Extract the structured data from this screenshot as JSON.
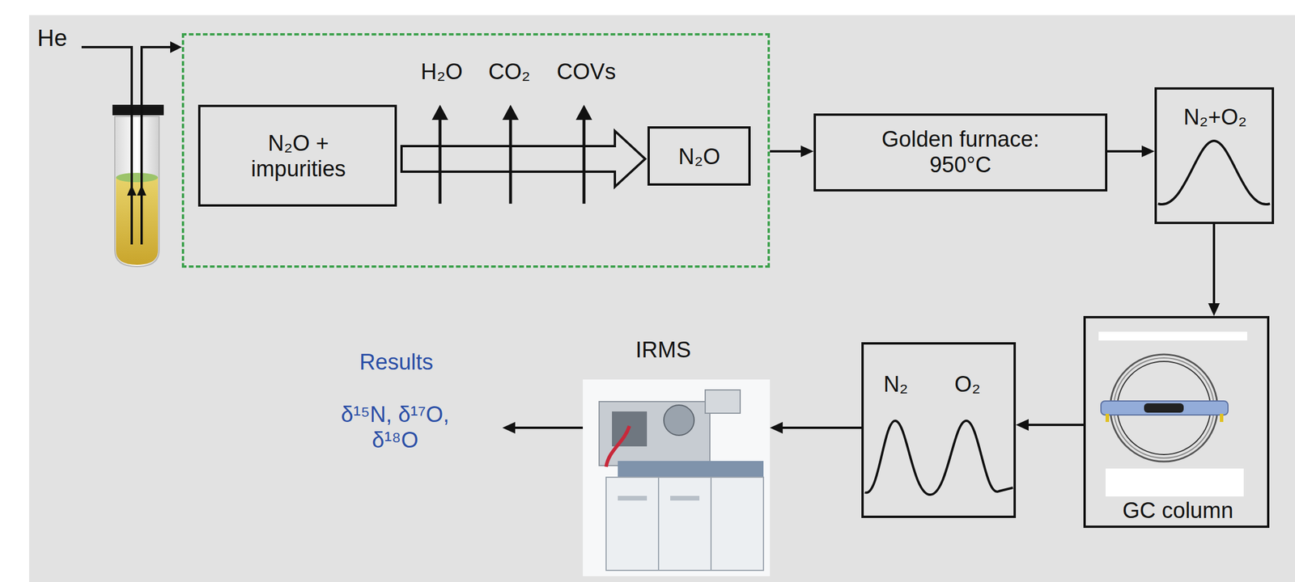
{
  "diagram": {
    "nodes": [
      {
        "text": [
          "H₂O",
          "CO₂",
          "COVs"
        ]
      },
      {
        "text": [
          "N₂O + impurities"
        ],
        "in": 0
      },
      {
        "text": [
          "N₂O"
        ],
        "in": 0
      },
      {
        "text": [
          "Golden furnace: 950°C"
        ]
      },
      {
        "text": [
          "N₂+O₂"
        ]
      },
      {
        "text": [
          "GC column"
        ]
      },
      {
        "text": [
          "N₂",
          "O₂"
        ]
      },
      {
        "text": [
          "IRMS"
        ]
      },
      {
        "text": [
          "Results",
          "δ¹⁵N, δ¹⁷O, δ¹⁸O"
        ]
      }
    ],
    "edges": [
      {
        "from": 1,
        "to": 2,
        "arrow": "to"
      },
      {
        "from": 0,
        "to": 3,
        "arrow": "to"
      },
      {
        "from": 3,
        "to": 4,
        "arrow": "to"
      },
      {
        "from": 4,
        "to": 5,
        "arrow": "to"
      },
      {
        "from": 5,
        "to": 6,
        "arrow": "to"
      },
      {
        "from": 6,
        "to": 7,
        "arrow": "to"
      },
      {
        "from": 7,
        "to": 8,
        "arrow": "to"
      }
    ],
    "labels": [
      "He"
    ]
  }
}
